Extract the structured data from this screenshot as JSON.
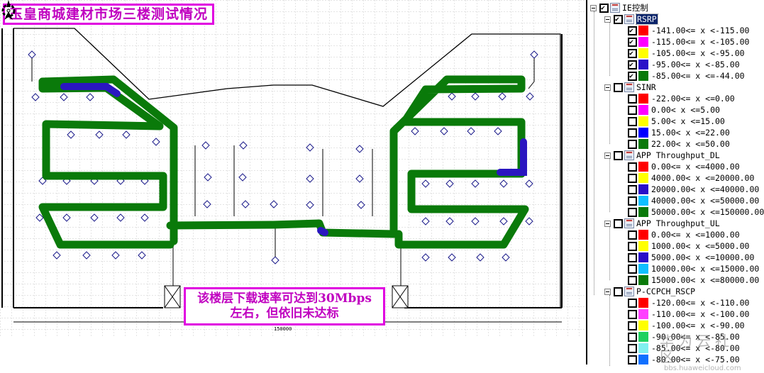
{
  "map": {
    "title": "玉皇商城建材市场三楼测试情况",
    "note_line1": "该楼层下载速率可达到30Mbps",
    "note_line2": "左右，但依旧未达标",
    "dimension_label": "150000",
    "compass_icon": "north-arrow-icon",
    "colors": {
      "route_good": "#0a7a0a",
      "route_mid": "#2a16c0",
      "annotation_border": "#e000e0",
      "annotation_text": "#c000c0"
    }
  },
  "legend_tree": {
    "root": {
      "label": "IE控制",
      "checked": true
    },
    "groups": [
      {
        "label": "RSRP",
        "checked": true,
        "selected": true,
        "items": [
          {
            "label": "-141.00<= x <-115.00",
            "color": "#ff0000",
            "checked": true
          },
          {
            "label": "-115.00<= x <-105.00",
            "color": "#ff00ff",
            "checked": true
          },
          {
            "label": "-105.00<= x <-95.00",
            "color": "#ffff00",
            "checked": true
          },
          {
            "label": "-95.00<= x <-85.00",
            "color": "#2a10c8",
            "checked": true
          },
          {
            "label": "-85.00<= x <=-44.00",
            "color": "#0a7a0a",
            "checked": true
          }
        ]
      },
      {
        "label": "SINR",
        "checked": false,
        "selected": false,
        "items": [
          {
            "label": "-22.00<= x <=0.00",
            "color": "#ff0000",
            "checked": false
          },
          {
            "label": "0.00< x <=5.00",
            "color": "#ff00ff",
            "checked": false
          },
          {
            "label": "5.00< x <=15.00",
            "color": "#ffff00",
            "checked": false
          },
          {
            "label": "15.00< x <=22.00",
            "color": "#0000ff",
            "checked": false
          },
          {
            "label": "22.00< x <=50.00",
            "color": "#0a7a0a",
            "checked": false
          }
        ]
      },
      {
        "label": "APP Throughput_DL",
        "checked": false,
        "selected": false,
        "items": [
          {
            "label": "0.00<= x <=4000.00",
            "color": "#ff0000",
            "checked": false
          },
          {
            "label": "4000.00< x <=20000.00",
            "color": "#ffff00",
            "checked": false
          },
          {
            "label": "20000.00< x <=40000.00",
            "color": "#2a10c8",
            "checked": false
          },
          {
            "label": "40000.00< x <=50000.00",
            "color": "#10c0ff",
            "checked": false
          },
          {
            "label": "50000.00< x <=150000.00",
            "color": "#0a7a0a",
            "checked": false
          }
        ]
      },
      {
        "label": "APP Throughput_UL",
        "checked": false,
        "selected": false,
        "items": [
          {
            "label": "0.00<= x <=1000.00",
            "color": "#ff0000",
            "checked": false
          },
          {
            "label": "1000.00< x <=5000.00",
            "color": "#ffff00",
            "checked": false
          },
          {
            "label": "5000.00< x <=10000.00",
            "color": "#2a10c8",
            "checked": false
          },
          {
            "label": "10000.00< x <=15000.00",
            "color": "#10c0ff",
            "checked": false
          },
          {
            "label": "15000.00< x <=80000.00",
            "color": "#0a7a0a",
            "checked": false
          }
        ]
      },
      {
        "label": "P-CCPCH_RSCP",
        "checked": false,
        "selected": false,
        "items": [
          {
            "label": "-120.00<= x <-110.00",
            "color": "#ff0000",
            "checked": false
          },
          {
            "label": "-110.00<= x <-100.00",
            "color": "#ff40ff",
            "checked": false
          },
          {
            "label": "-100.00<= x <-90.00",
            "color": "#ffff00",
            "checked": false
          },
          {
            "label": "-90.00<= x <-85.00",
            "color": "#20d060",
            "checked": false
          },
          {
            "label": "-85.00<= x <-80.00",
            "color": "#80f0f0",
            "checked": false
          },
          {
            "label": "-80.00<= x <-75.00",
            "color": "#1070ff",
            "checked": false
          }
        ]
      }
    ]
  },
  "watermark": {
    "line1": "华为云社区",
    "line2": "bbs.huaweicloud.com"
  }
}
